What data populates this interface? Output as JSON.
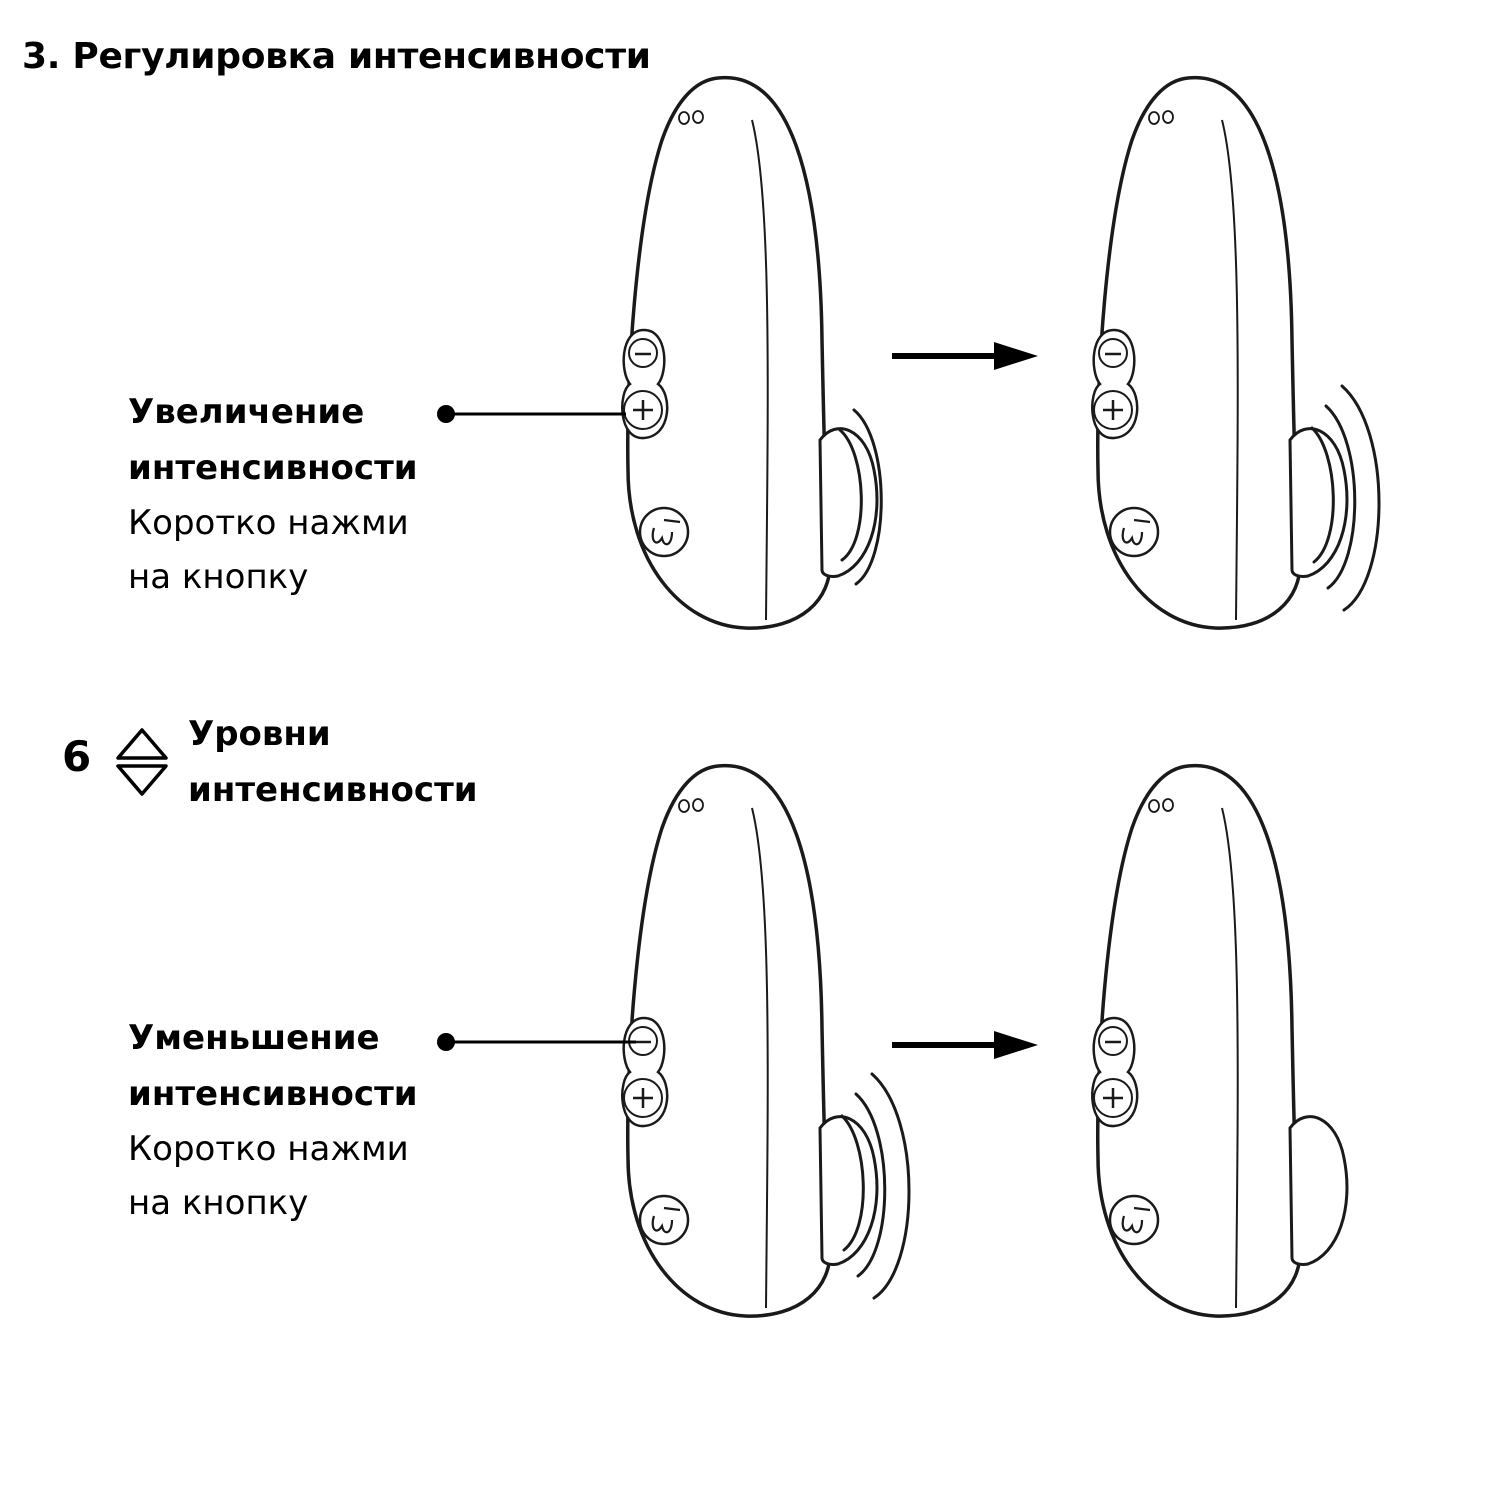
{
  "title": "3. Регулировка интенсивности",
  "increase": {
    "heading_line1": "Увеличение",
    "heading_line2": "интенсивности",
    "desc_line1": "Коротко нажми",
    "desc_line2": "на кнопку"
  },
  "levels": {
    "count": "6",
    "label_line1": "Уровни",
    "label_line2": "интенсивности",
    "icon": "up-down-triangles-icon"
  },
  "decrease": {
    "heading_line1": "Уменьшение",
    "heading_line2": "интенсивности",
    "desc_line1": "Коротко нажми",
    "desc_line2": "на кнопку"
  },
  "icons": {
    "device": "device-illustration",
    "arrow": "right-arrow-icon",
    "vibration": "vibration-waves-icon",
    "plus": "plus-button-icon",
    "minus": "minus-button-icon",
    "logo": "logo-icon"
  },
  "colors": {
    "ink": "#000000",
    "paper": "#ffffff",
    "stroke": "#1a1a1a"
  }
}
